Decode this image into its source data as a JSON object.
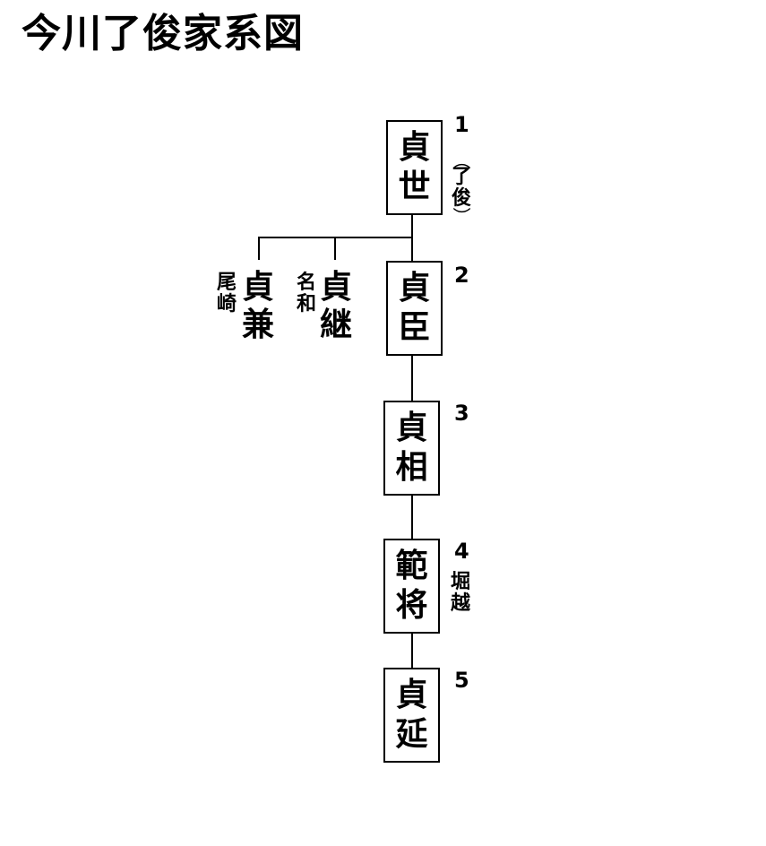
{
  "title": "今川了俊家系図",
  "nodes": [
    {
      "name": [
        "貞",
        "世"
      ],
      "number": "1",
      "note": [
        "（",
        "了",
        "俊",
        "）"
      ]
    },
    {
      "name": [
        "貞",
        "臣"
      ],
      "number": "2"
    },
    {
      "name": [
        "貞",
        "相"
      ],
      "number": "3"
    },
    {
      "name": [
        "範",
        "将"
      ],
      "number": "4",
      "note": [
        "堀",
        "越"
      ]
    },
    {
      "name": [
        "貞",
        "延"
      ],
      "number": "5"
    }
  ],
  "branches": [
    {
      "name": [
        "貞",
        "兼"
      ],
      "surname": [
        "尾",
        "崎"
      ]
    },
    {
      "name": [
        "貞",
        "継"
      ],
      "surname": [
        "名",
        "和"
      ]
    }
  ]
}
